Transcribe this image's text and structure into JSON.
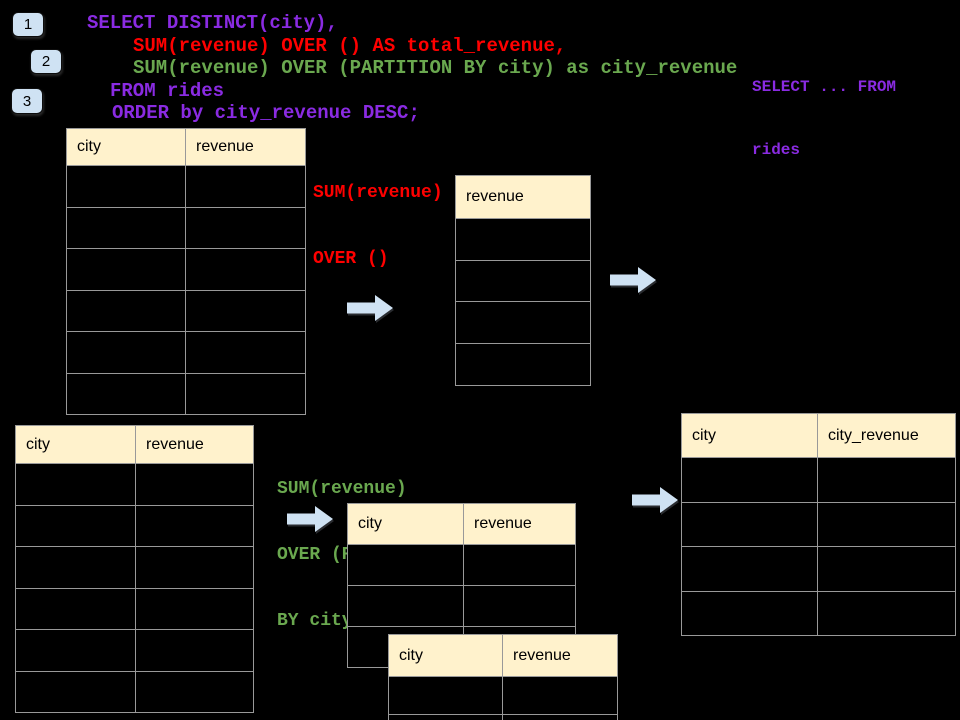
{
  "colors": {
    "purple": "#8a2be2",
    "red": "#ff0000",
    "green": "#6aa84f",
    "header-bg": "#fff2cc",
    "arrow-blue": "#cfe2f3",
    "badge-bg": "#cfe2f3",
    "tborder": "#999999",
    "bg": "#000000"
  },
  "badges": [
    "1",
    "2",
    "3"
  ],
  "sql": {
    "line1": "SELECT DISTINCT(city),",
    "line2": "SUM(revenue) OVER () AS total_revenue,",
    "line3": "SUM(revenue) OVER (PARTITION BY city) as city_revenue",
    "line4": "FROM rides",
    "line5": "ORDER by city_revenue DESC;"
  },
  "side_note": {
    "lines": [
      "SELECT ... FROM",
      "rides"
    ]
  },
  "annotations": {
    "total": {
      "lines": [
        "SUM(revenue)",
        "OVER ()"
      ]
    },
    "partition": {
      "lines": [
        "SUM(revenue)",
        "OVER (PARTITION",
        "BY city)"
      ]
    }
  },
  "tables": {
    "source_top": {
      "headers": [
        "city",
        "revenue"
      ],
      "body_rows": 6
    },
    "revenue_only": {
      "headers": [
        "revenue"
      ],
      "body_rows": 4
    },
    "source_bottom": {
      "headers": [
        "city",
        "revenue"
      ],
      "body_rows": 6
    },
    "partition_mid": {
      "headers": [
        "city",
        "revenue"
      ],
      "body_rows": 3
    },
    "partition_overlap": {
      "headers": [
        "city",
        "revenue"
      ],
      "body_rows": 2
    },
    "result_right": {
      "headers": [
        "city",
        "city_revenue"
      ],
      "body_rows": 4
    }
  }
}
